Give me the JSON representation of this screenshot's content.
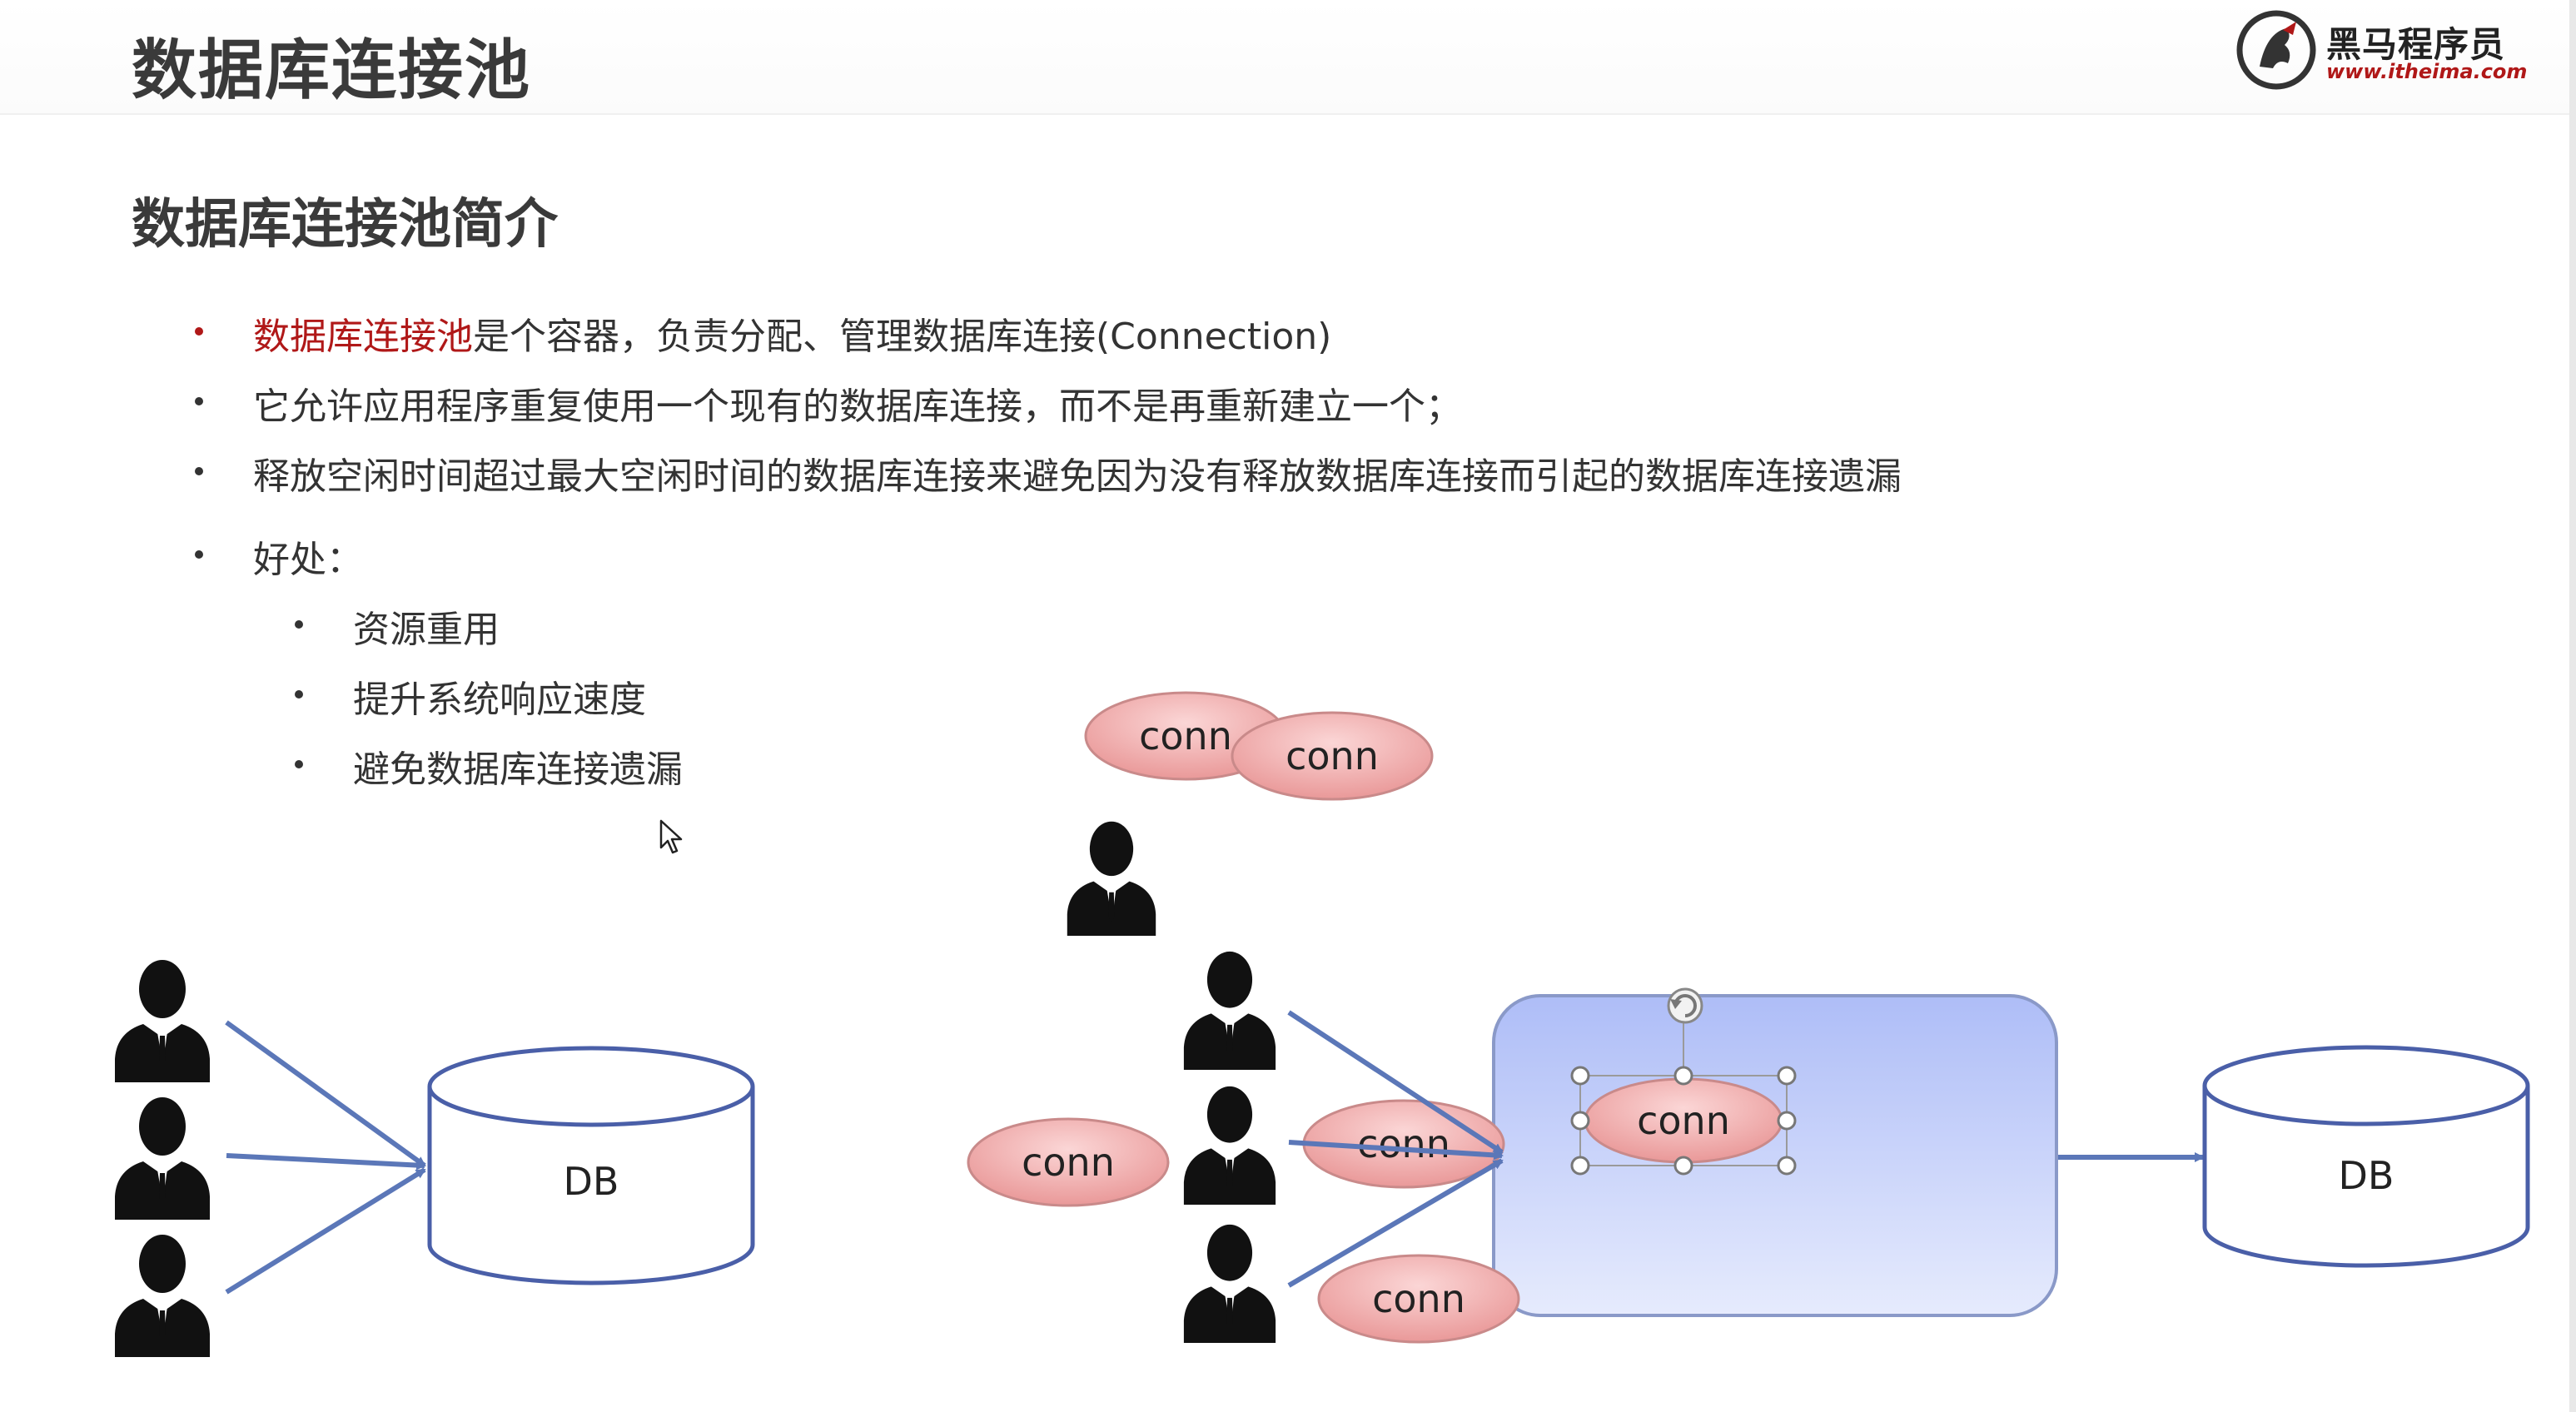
{
  "header": {
    "title": "数据库连接池",
    "logo": {
      "brand": "黑马程序员",
      "url": "www.itheima.com"
    }
  },
  "section": {
    "title": "数据库连接池简介"
  },
  "bullets": [
    {
      "highlight": "数据库连接池",
      "text": "是个容器，负责分配、管理数据库连接(Connection)"
    },
    {
      "highlight": "",
      "text": "它允许应用程序重复使用一个现有的数据库连接，而不是再重新建立一个；"
    },
    {
      "highlight": "",
      "text": "释放空闲时间超过最大空闲时间的数据库连接来避免因为没有释放数据库连接而引起的数据库连接遗漏"
    },
    {
      "highlight": "",
      "text": "好处："
    }
  ],
  "sub_bullets": [
    "资源重用",
    "提升系统响应速度",
    "避免数据库连接遗漏"
  ],
  "diagram": {
    "db_label": "DB",
    "conn_label": "conn",
    "colors": {
      "arrow": "#5b77b8",
      "conn_fill": "#efa4a4",
      "conn_stroke": "#c98a8a",
      "pool_fill": "#c7d2fb",
      "pool_stroke": "#8a99c8",
      "person": "#111111",
      "highlight": "#b01818"
    }
  }
}
